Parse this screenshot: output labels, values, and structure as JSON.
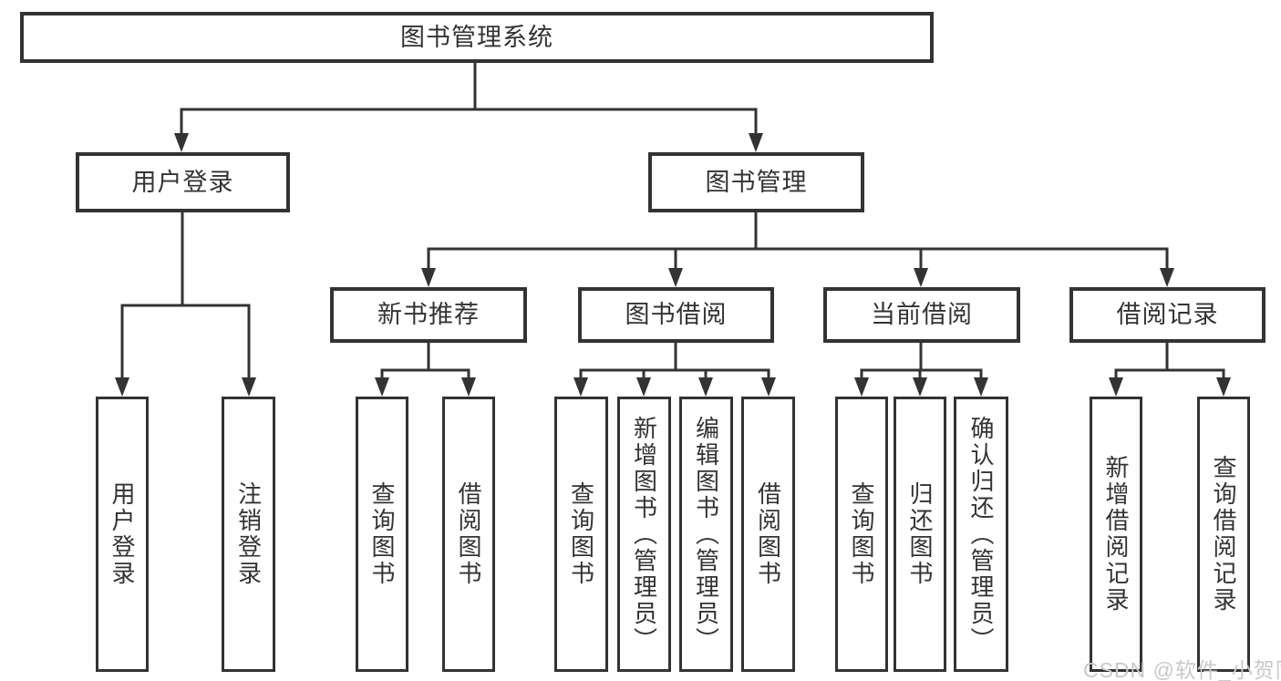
{
  "diagram": {
    "root": {
      "label": "图书管理系统"
    },
    "branches": [
      {
        "label": "用户登录",
        "children": [
          {
            "label": "用户登录"
          },
          {
            "label": "注销登录"
          }
        ]
      },
      {
        "label": "图书管理",
        "children": [
          {
            "label": "新书推荐",
            "children": [
              {
                "label": "查询图书"
              },
              {
                "label": "借阅图书"
              }
            ]
          },
          {
            "label": "图书借阅",
            "children": [
              {
                "label": "查询图书"
              },
              {
                "label": "新增图书（管理员）"
              },
              {
                "label": "编辑图书（管理员）"
              },
              {
                "label": "借阅图书"
              }
            ]
          },
          {
            "label": "当前借阅",
            "children": [
              {
                "label": "查询图书"
              },
              {
                "label": "归还图书"
              },
              {
                "label": "确认归还（管理员）"
              }
            ]
          },
          {
            "label": "借阅记录",
            "children": [
              {
                "label": "新增借阅记录"
              },
              {
                "label": "查询借阅记录"
              }
            ]
          }
        ]
      }
    ]
  },
  "watermark": {
    "text": "CSDN @软件_小贺同学"
  },
  "colors": {
    "line": "#333333",
    "text": "#333333",
    "background": "#ffffff",
    "box_background": "#ffffff",
    "watermark": "#c9c9c9"
  }
}
